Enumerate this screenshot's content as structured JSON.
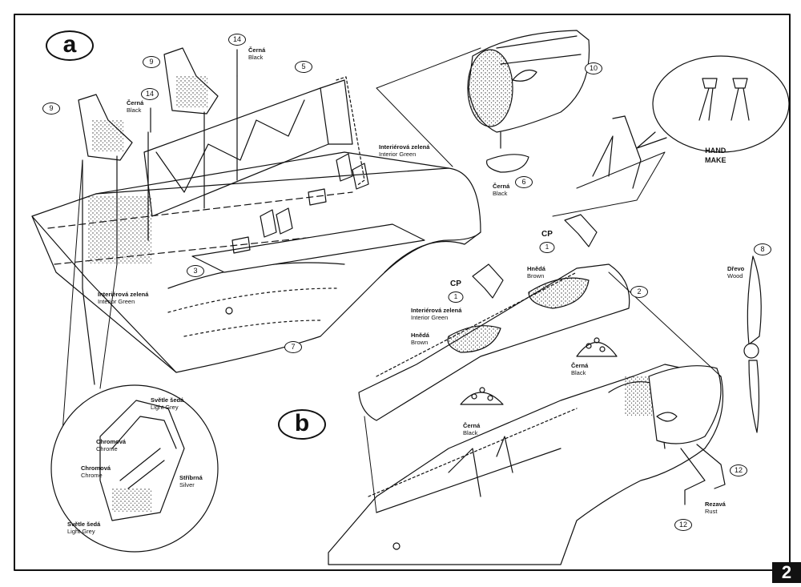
{
  "steps": {
    "a": "a",
    "b": "b"
  },
  "page_number": "2",
  "hand_make": [
    "HAND",
    "MAKE"
  ],
  "cp_label": "CP",
  "part_numbers": {
    "p2": "2",
    "p3": "3",
    "p5": "5",
    "p6": "6",
    "p7": "7",
    "p8": "8",
    "p9a": "9",
    "p9b": "9",
    "p10": "10",
    "p12a": "12",
    "p12b": "12",
    "p14a": "14",
    "p14b": "14",
    "cp1a": "1",
    "cp1b": "1"
  },
  "colors": {
    "cerna_black_1": [
      "Černá",
      "Black"
    ],
    "cerna_black_2": [
      "Černá",
      "Black"
    ],
    "cerna_black_6": [
      "Černá",
      "Black"
    ],
    "cerna_black_panel_right": [
      "Černá",
      "Black"
    ],
    "cerna_black_panel_left": [
      "Černá",
      "Black"
    ],
    "interior_green_a": [
      "Interiérová zelená",
      "Interior Green"
    ],
    "interior_green_a2": [
      "Interiérová zelená",
      "Interior Green"
    ],
    "interior_green_b": [
      "Interiérová zelená",
      "Interior Green"
    ],
    "brown_b1": [
      "Hnědá",
      "Brown"
    ],
    "brown_b2": [
      "Hnědá",
      "Brown"
    ],
    "wood": [
      "Dřevo",
      "Wood"
    ],
    "rust": [
      "Rezavá",
      "Rust"
    ],
    "light_grey_1": [
      "Světle šedá",
      "Light Grey"
    ],
    "light_grey_2": [
      "Světle šedá",
      "Light Grey"
    ],
    "chrome_1": [
      "Chromová",
      "Chrome"
    ],
    "chrome_2": [
      "Chromová",
      "Chrome"
    ],
    "silver": [
      "Stříbrná",
      "Silver"
    ]
  }
}
